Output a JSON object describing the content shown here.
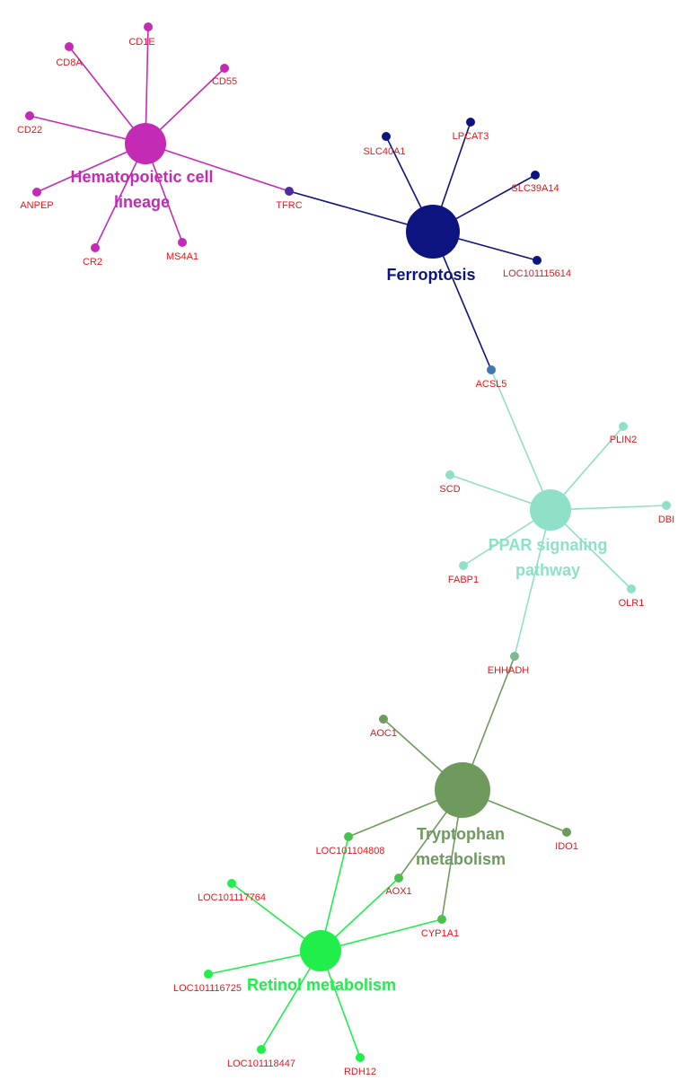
{
  "pathways": [
    {
      "id": "hematopoietic",
      "label_lines": [
        "Hematopoietic cell",
        "lineage"
      ],
      "color": "#c42bb5"
    },
    {
      "id": "ferroptosis",
      "label_lines": [
        "Ferroptosis"
      ],
      "color": "#0d1480"
    },
    {
      "id": "ppar",
      "label_lines": [
        "PPAR signaling",
        "pathway"
      ],
      "color": "#8fe0c8"
    },
    {
      "id": "tryptophan",
      "label_lines": [
        "Tryptophan",
        "metabolism"
      ],
      "color": "#6e9a5e"
    },
    {
      "id": "retinol",
      "label_lines": [
        "Retinol metabolism"
      ],
      "color": "#20ee4a"
    }
  ],
  "genes": [
    {
      "id": "CD1E",
      "label": "CD1E",
      "color": "#c42bb5"
    },
    {
      "id": "CD8A",
      "label": "CD8A",
      "color": "#c42bb5"
    },
    {
      "id": "CD55",
      "label": "CD55",
      "color": "#c42bb5"
    },
    {
      "id": "CD22",
      "label": "CD22",
      "color": "#c42bb5"
    },
    {
      "id": "ANPEP",
      "label": "ANPEP",
      "color": "#c42bb5"
    },
    {
      "id": "CR2",
      "label": "CR2",
      "color": "#c42bb5"
    },
    {
      "id": "MS4A1",
      "label": "MS4A1",
      "color": "#c42bb5"
    },
    {
      "id": "TFRC",
      "label": "TFRC",
      "color": "#4b2b9e"
    },
    {
      "id": "SLC40A1",
      "label": "SLC40A1",
      "color": "#0d1480"
    },
    {
      "id": "LPCAT3",
      "label": "LPCAT3",
      "color": "#0d1480"
    },
    {
      "id": "SLC39A14",
      "label": "SLC39A14",
      "color": "#0d1480"
    },
    {
      "id": "LOC101115614",
      "label": "LOC101115614",
      "color": "#0d1480"
    },
    {
      "id": "ACSL5",
      "label": "ACSL5",
      "color": "#3d7ab0"
    },
    {
      "id": "PLIN2",
      "label": "PLIN2",
      "color": "#8fe0c8"
    },
    {
      "id": "SCD",
      "label": "SCD",
      "color": "#8fe0c8"
    },
    {
      "id": "DBI",
      "label": "DBI",
      "color": "#8fe0c8"
    },
    {
      "id": "FABP1",
      "label": "FABP1",
      "color": "#8fe0c8"
    },
    {
      "id": "OLR1",
      "label": "OLR1",
      "color": "#8fe0c8"
    },
    {
      "id": "EHHADH",
      "label": "EHHADH",
      "color": "#80b88f"
    },
    {
      "id": "AOC1",
      "label": "AOC1",
      "color": "#6e9a5e"
    },
    {
      "id": "IDO1",
      "label": "IDO1",
      "color": "#6e9a5e"
    },
    {
      "id": "LOC101104808",
      "label": "LOC101104808",
      "color": "#4bc04e"
    },
    {
      "id": "AOX1",
      "label": "AOX1",
      "color": "#4bc04e"
    },
    {
      "id": "CYP1A1",
      "label": "CYP1A1",
      "color": "#4bc04e"
    },
    {
      "id": "LOC101117764",
      "label": "LOC101117764",
      "color": "#20ee4a"
    },
    {
      "id": "LOC101116725",
      "label": "LOC101116725",
      "color": "#20ee4a"
    },
    {
      "id": "LOC101118447",
      "label": "LOC101118447",
      "color": "#20ee4a"
    },
    {
      "id": "RDH12",
      "label": "RDH12",
      "color": "#20ee4a"
    }
  ],
  "edges": [
    {
      "from": "hematopoietic",
      "to": "CD1E"
    },
    {
      "from": "hematopoietic",
      "to": "CD8A"
    },
    {
      "from": "hematopoietic",
      "to": "CD55"
    },
    {
      "from": "hematopoietic",
      "to": "CD22"
    },
    {
      "from": "hematopoietic",
      "to": "ANPEP"
    },
    {
      "from": "hematopoietic",
      "to": "CR2"
    },
    {
      "from": "hematopoietic",
      "to": "MS4A1"
    },
    {
      "from": "hematopoietic",
      "to": "TFRC"
    },
    {
      "from": "ferroptosis",
      "to": "TFRC"
    },
    {
      "from": "ferroptosis",
      "to": "SLC40A1"
    },
    {
      "from": "ferroptosis",
      "to": "LPCAT3"
    },
    {
      "from": "ferroptosis",
      "to": "SLC39A14"
    },
    {
      "from": "ferroptosis",
      "to": "LOC101115614"
    },
    {
      "from": "ferroptosis",
      "to": "ACSL5"
    },
    {
      "from": "ppar",
      "to": "ACSL5"
    },
    {
      "from": "ppar",
      "to": "PLIN2"
    },
    {
      "from": "ppar",
      "to": "SCD"
    },
    {
      "from": "ppar",
      "to": "DBI"
    },
    {
      "from": "ppar",
      "to": "FABP1"
    },
    {
      "from": "ppar",
      "to": "OLR1"
    },
    {
      "from": "ppar",
      "to": "EHHADH"
    },
    {
      "from": "tryptophan",
      "to": "EHHADH"
    },
    {
      "from": "tryptophan",
      "to": "AOC1"
    },
    {
      "from": "tryptophan",
      "to": "IDO1"
    },
    {
      "from": "tryptophan",
      "to": "LOC101104808"
    },
    {
      "from": "tryptophan",
      "to": "AOX1"
    },
    {
      "from": "tryptophan",
      "to": "CYP1A1"
    },
    {
      "from": "retinol",
      "to": "LOC101104808"
    },
    {
      "from": "retinol",
      "to": "AOX1"
    },
    {
      "from": "retinol",
      "to": "CYP1A1"
    },
    {
      "from": "retinol",
      "to": "LOC101117764"
    },
    {
      "from": "retinol",
      "to": "LOC101116725"
    },
    {
      "from": "retinol",
      "to": "LOC101118447"
    },
    {
      "from": "retinol",
      "to": "RDH12"
    }
  ]
}
